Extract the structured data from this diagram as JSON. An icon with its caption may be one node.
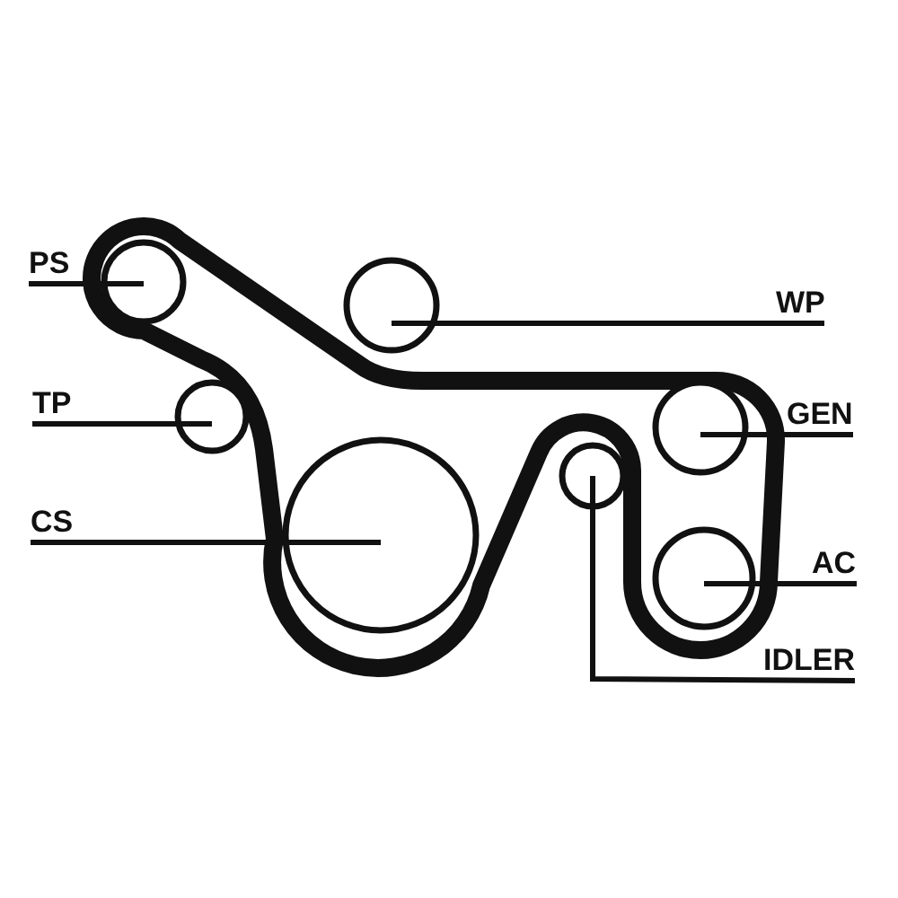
{
  "diagram": {
    "nodes": [
      {
        "text": [
          "PS"
        ]
      },
      {
        "text": [],
        "shape": "circle"
      },
      {
        "text": [
          "WP"
        ]
      },
      {
        "text": [],
        "shape": "circle"
      },
      {
        "text": [
          "TP"
        ]
      },
      {
        "text": [],
        "shape": "circle"
      },
      {
        "text": [
          "GEN"
        ]
      },
      {
        "text": [],
        "shape": "circle"
      },
      {
        "text": [
          "CS"
        ]
      },
      {
        "text": [],
        "shape": "circle"
      },
      {
        "text": [
          "AC"
        ]
      },
      {
        "text": [],
        "shape": "circle"
      },
      {
        "text": [
          "IDLER"
        ]
      },
      {
        "text": [],
        "shape": "circle"
      }
    ],
    "edges": [
      {
        "from": 0,
        "to": 1,
        "arrow": "none"
      },
      {
        "from": 2,
        "to": 3,
        "arrow": "none"
      },
      {
        "from": 4,
        "to": 5,
        "arrow": "none"
      },
      {
        "from": 6,
        "to": 7,
        "arrow": "none"
      },
      {
        "from": 8,
        "to": 9,
        "arrow": "none"
      },
      {
        "from": 10,
        "to": 11,
        "arrow": "none"
      },
      {
        "from": 12,
        "to": 13,
        "arrow": "none"
      }
    ]
  }
}
